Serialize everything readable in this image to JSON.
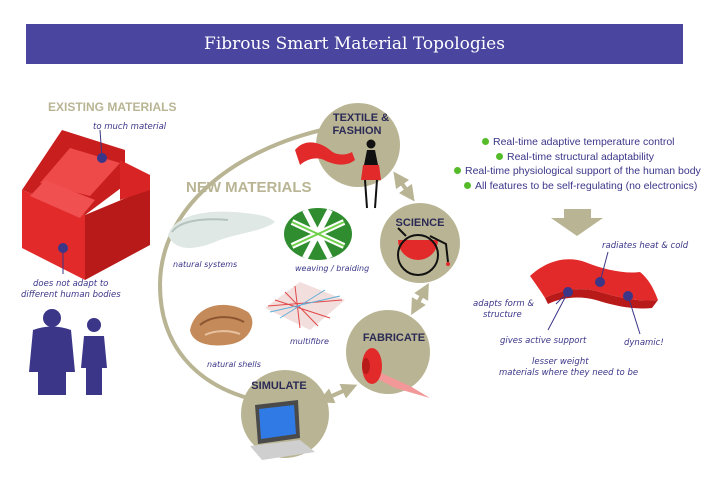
{
  "title": "Fibrous Smart Material Topologies",
  "existing": {
    "heading": "EXISTING MATERIALS",
    "note_top": "to much material",
    "note_bottom_1": "does not adapt to",
    "note_bottom_2": "different human bodies"
  },
  "new_materials": {
    "heading": "NEW MATERIALS",
    "items": [
      {
        "label": "natural systems"
      },
      {
        "label": "weaving / braiding"
      },
      {
        "label": "natural shells"
      },
      {
        "label": "multifibre"
      }
    ]
  },
  "cycle": {
    "textile_1": "TEXTILE &",
    "textile_2": "FASHION",
    "science": "SCIENCE",
    "fabricate": "FABRICATE",
    "simulate": "SIMULATE"
  },
  "features": [
    "Real-time adaptive temperature control",
    "Real-time structural adaptability",
    "Real-time physiological support of the human body",
    "All features to be self-regulating (no electronics)"
  ],
  "outcome": {
    "radiates": "radiates heat & cold",
    "adapts_1": "adapts form &",
    "adapts_2": "structure",
    "support": "gives active support",
    "dynamic": "dynamic!",
    "lesser_1": "lesser weight",
    "lesser_2": "materials where they need to be"
  },
  "colors": {
    "banner": "#4a46a0",
    "node_fill": "#b9b594",
    "accent_red": "#e32a2a",
    "figure_blue": "#3b3688",
    "bullet_green": "#55bb2a"
  }
}
